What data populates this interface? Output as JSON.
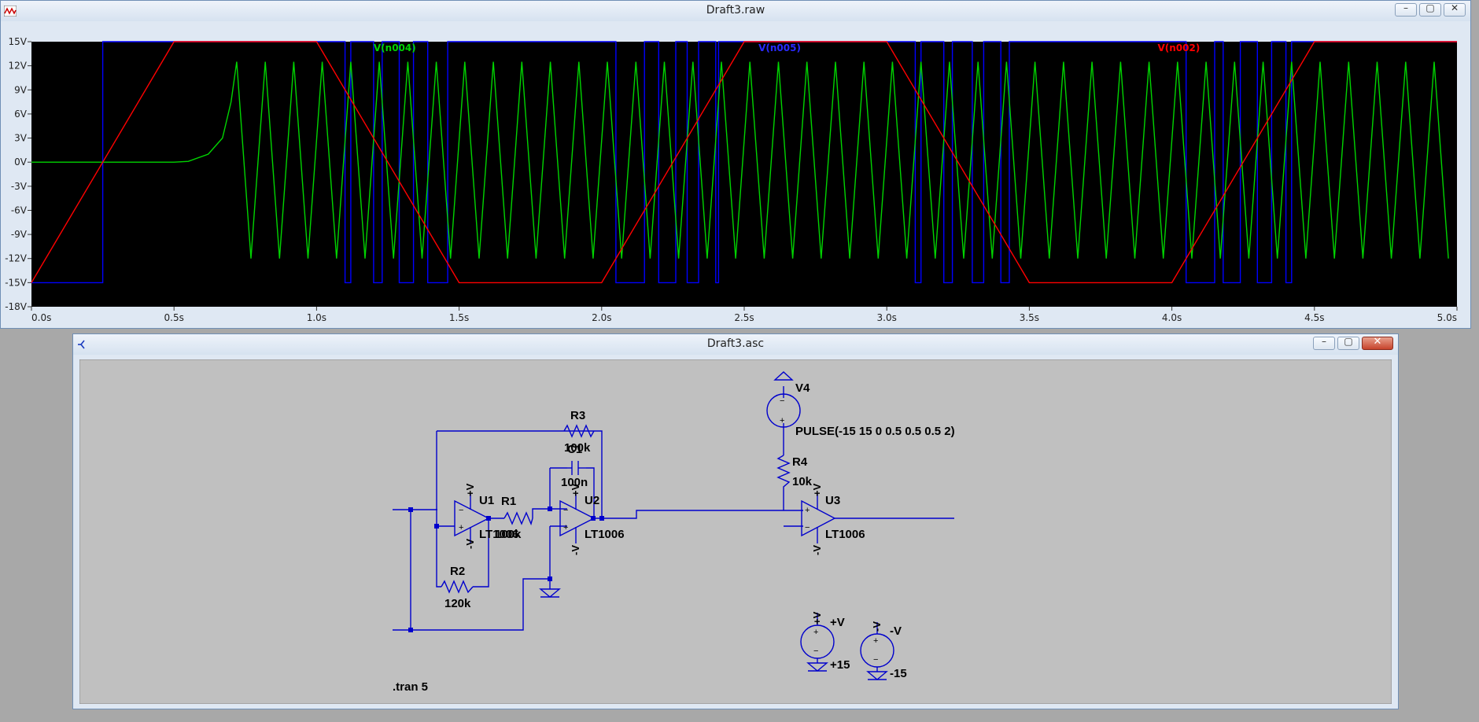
{
  "waveform_window": {
    "title": "Draft3.raw",
    "controls": {
      "minimize": "–",
      "maximize": "▢",
      "close": "✕"
    }
  },
  "schematic_window": {
    "title": "Draft3.asc",
    "controls": {
      "minimize": "–",
      "maximize": "▢",
      "close": "✕"
    }
  },
  "chart_data": {
    "type": "line",
    "xlabel": "",
    "ylabel": "",
    "xlim": [
      0,
      5
    ],
    "ylim": [
      -18,
      15
    ],
    "x_ticks": [
      "0.0s",
      "0.5s",
      "1.0s",
      "1.5s",
      "2.0s",
      "2.5s",
      "3.0s",
      "3.5s",
      "4.0s",
      "4.5s",
      "5.0s"
    ],
    "y_ticks": [
      "15V",
      "12V",
      "9V",
      "6V",
      "3V",
      "0V",
      "-3V",
      "-6V",
      "-9V",
      "-12V",
      "-15V",
      "-18V"
    ],
    "grid": false,
    "background": "#000000",
    "series": [
      {
        "name": "V(n004)",
        "color": "#00d400",
        "shape": "triangle",
        "baseline_until": 0.55,
        "start": 0.72,
        "period": 0.1,
        "low": -12,
        "high": 12.5,
        "points": [
          [
            0,
            0
          ],
          [
            0.5,
            0
          ],
          [
            0.55,
            0.1
          ],
          [
            0.62,
            1
          ],
          [
            0.67,
            3
          ],
          [
            0.7,
            7.5
          ],
          [
            0.72,
            12.5
          ]
        ]
      },
      {
        "name": "V(n005)",
        "color": "#0000ff",
        "levels": [
          -15,
          15
        ],
        "points": [
          [
            0,
            -15
          ],
          [
            0.25,
            -15
          ],
          [
            0.25,
            15
          ],
          [
            1.1,
            15
          ],
          [
            1.1,
            -15
          ],
          [
            1.12,
            -15
          ],
          [
            1.12,
            15
          ],
          [
            1.2,
            15
          ],
          [
            1.2,
            -15
          ],
          [
            1.23,
            -15
          ],
          [
            1.23,
            15
          ],
          [
            1.29,
            15
          ],
          [
            1.29,
            -15
          ],
          [
            1.34,
            -15
          ],
          [
            1.34,
            15
          ],
          [
            1.39,
            15
          ],
          [
            1.39,
            -15
          ],
          [
            1.46,
            -15
          ],
          [
            1.46,
            15
          ],
          [
            2.05,
            15
          ],
          [
            2.05,
            -15
          ],
          [
            2.15,
            -15
          ],
          [
            2.15,
            15
          ],
          [
            2.2,
            15
          ],
          [
            2.2,
            -15
          ],
          [
            2.26,
            -15
          ],
          [
            2.26,
            15
          ],
          [
            2.3,
            15
          ],
          [
            2.3,
            -15
          ],
          [
            2.34,
            -15
          ],
          [
            2.34,
            15
          ],
          [
            2.4,
            15
          ],
          [
            2.4,
            -15
          ],
          [
            2.41,
            -15
          ],
          [
            2.41,
            15
          ],
          [
            3.1,
            15
          ],
          [
            3.1,
            -15
          ],
          [
            3.12,
            -15
          ],
          [
            3.12,
            15
          ],
          [
            3.2,
            15
          ],
          [
            3.2,
            -15
          ],
          [
            3.23,
            -15
          ],
          [
            3.23,
            15
          ],
          [
            3.3,
            15
          ],
          [
            3.3,
            -15
          ],
          [
            3.34,
            -15
          ],
          [
            3.34,
            15
          ],
          [
            3.4,
            15
          ],
          [
            3.4,
            -15
          ],
          [
            3.43,
            -15
          ],
          [
            3.43,
            15
          ],
          [
            4.05,
            15
          ],
          [
            4.05,
            -15
          ],
          [
            4.15,
            -15
          ],
          [
            4.15,
            15
          ],
          [
            4.18,
            15
          ],
          [
            4.18,
            -15
          ],
          [
            4.24,
            -15
          ],
          [
            4.24,
            15
          ],
          [
            4.3,
            15
          ],
          [
            4.3,
            -15
          ],
          [
            4.35,
            -15
          ],
          [
            4.35,
            15
          ],
          [
            4.4,
            15
          ],
          [
            4.4,
            -15
          ],
          [
            4.42,
            -15
          ],
          [
            4.42,
            15
          ],
          [
            5,
            15
          ]
        ]
      },
      {
        "name": "V(n002)",
        "color": "#ff0000",
        "points": [
          [
            0,
            -15
          ],
          [
            0.5,
            15
          ],
          [
            1.0,
            15
          ],
          [
            1.5,
            -15
          ],
          [
            2.0,
            -15
          ],
          [
            2.5,
            15
          ],
          [
            3.0,
            15
          ],
          [
            3.5,
            -15
          ],
          [
            4.0,
            -15
          ],
          [
            4.5,
            15
          ],
          [
            5.0,
            15
          ]
        ]
      }
    ]
  },
  "schematic": {
    "wire_color": "#0000cc",
    "labels": {
      "u1_name": "U1",
      "u1_model": "LT1006",
      "u2_name": "U2",
      "u2_model": "LT1006",
      "u3_name": "U3",
      "u3_model": "LT1006",
      "r1_name": "R1",
      "r1_value": "100k",
      "r2_name": "R2",
      "r2_value": "120k",
      "r3_name": "R3",
      "r3_value": "100k",
      "r4_name": "R4",
      "r4_value": "10k",
      "c1_name": "C1",
      "c1_value": "100n",
      "v4_name": "V4",
      "v4_value": "PULSE(-15 15 0 0.5 0.5 0.5 2)",
      "vp_name": "+V",
      "vp_value": "+15",
      "vn_name": "-V",
      "vn_value": "-15",
      "directive": ".tran 5",
      "pin_plus_v": "+V",
      "pin_minus_v": "-V",
      "pin_plus": "+",
      "pin_minus": "−"
    }
  }
}
